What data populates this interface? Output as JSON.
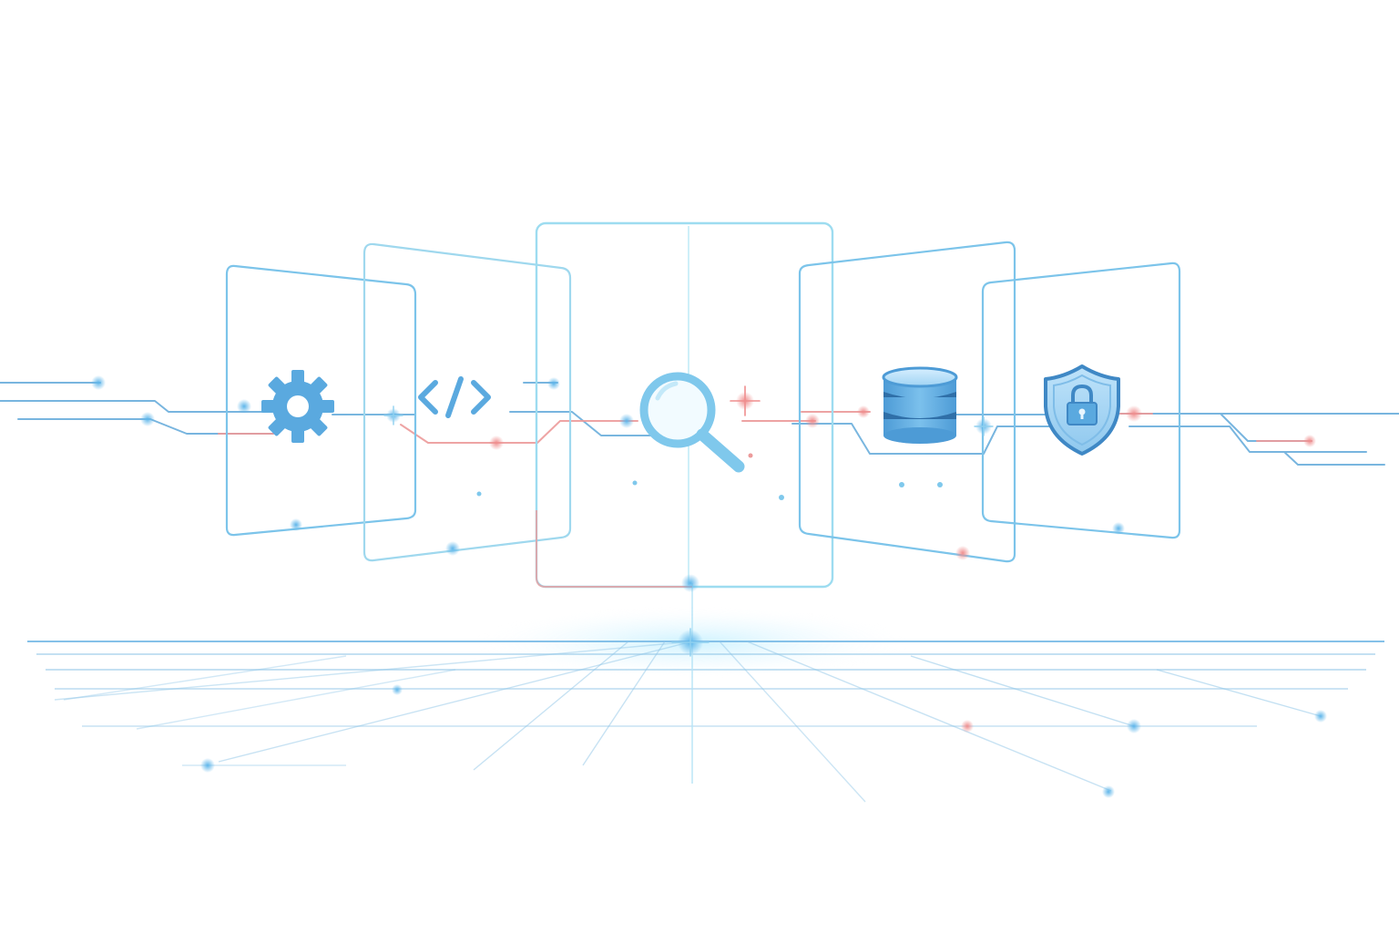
{
  "colors": {
    "background": "#ffffff",
    "panel_stroke": "#7cc4ea",
    "panel_stroke_light": "#a8dcf2",
    "circuit_blue": "#6aaedc",
    "circuit_red": "#ec9a9a",
    "icon_fill": "#5aa9df",
    "icon_dark": "#2f6fa8",
    "floor_line": "#7bbbe3",
    "glow": "#bdeaff"
  },
  "panels": [
    {
      "name": "panel-settings",
      "icon": "gear-icon"
    },
    {
      "name": "panel-code",
      "icon": "code-icon"
    },
    {
      "name": "panel-search",
      "icon": "magnifier-icon"
    },
    {
      "name": "panel-database",
      "icon": "database-icon"
    },
    {
      "name": "panel-security",
      "icon": "shield-lock-icon"
    }
  ]
}
